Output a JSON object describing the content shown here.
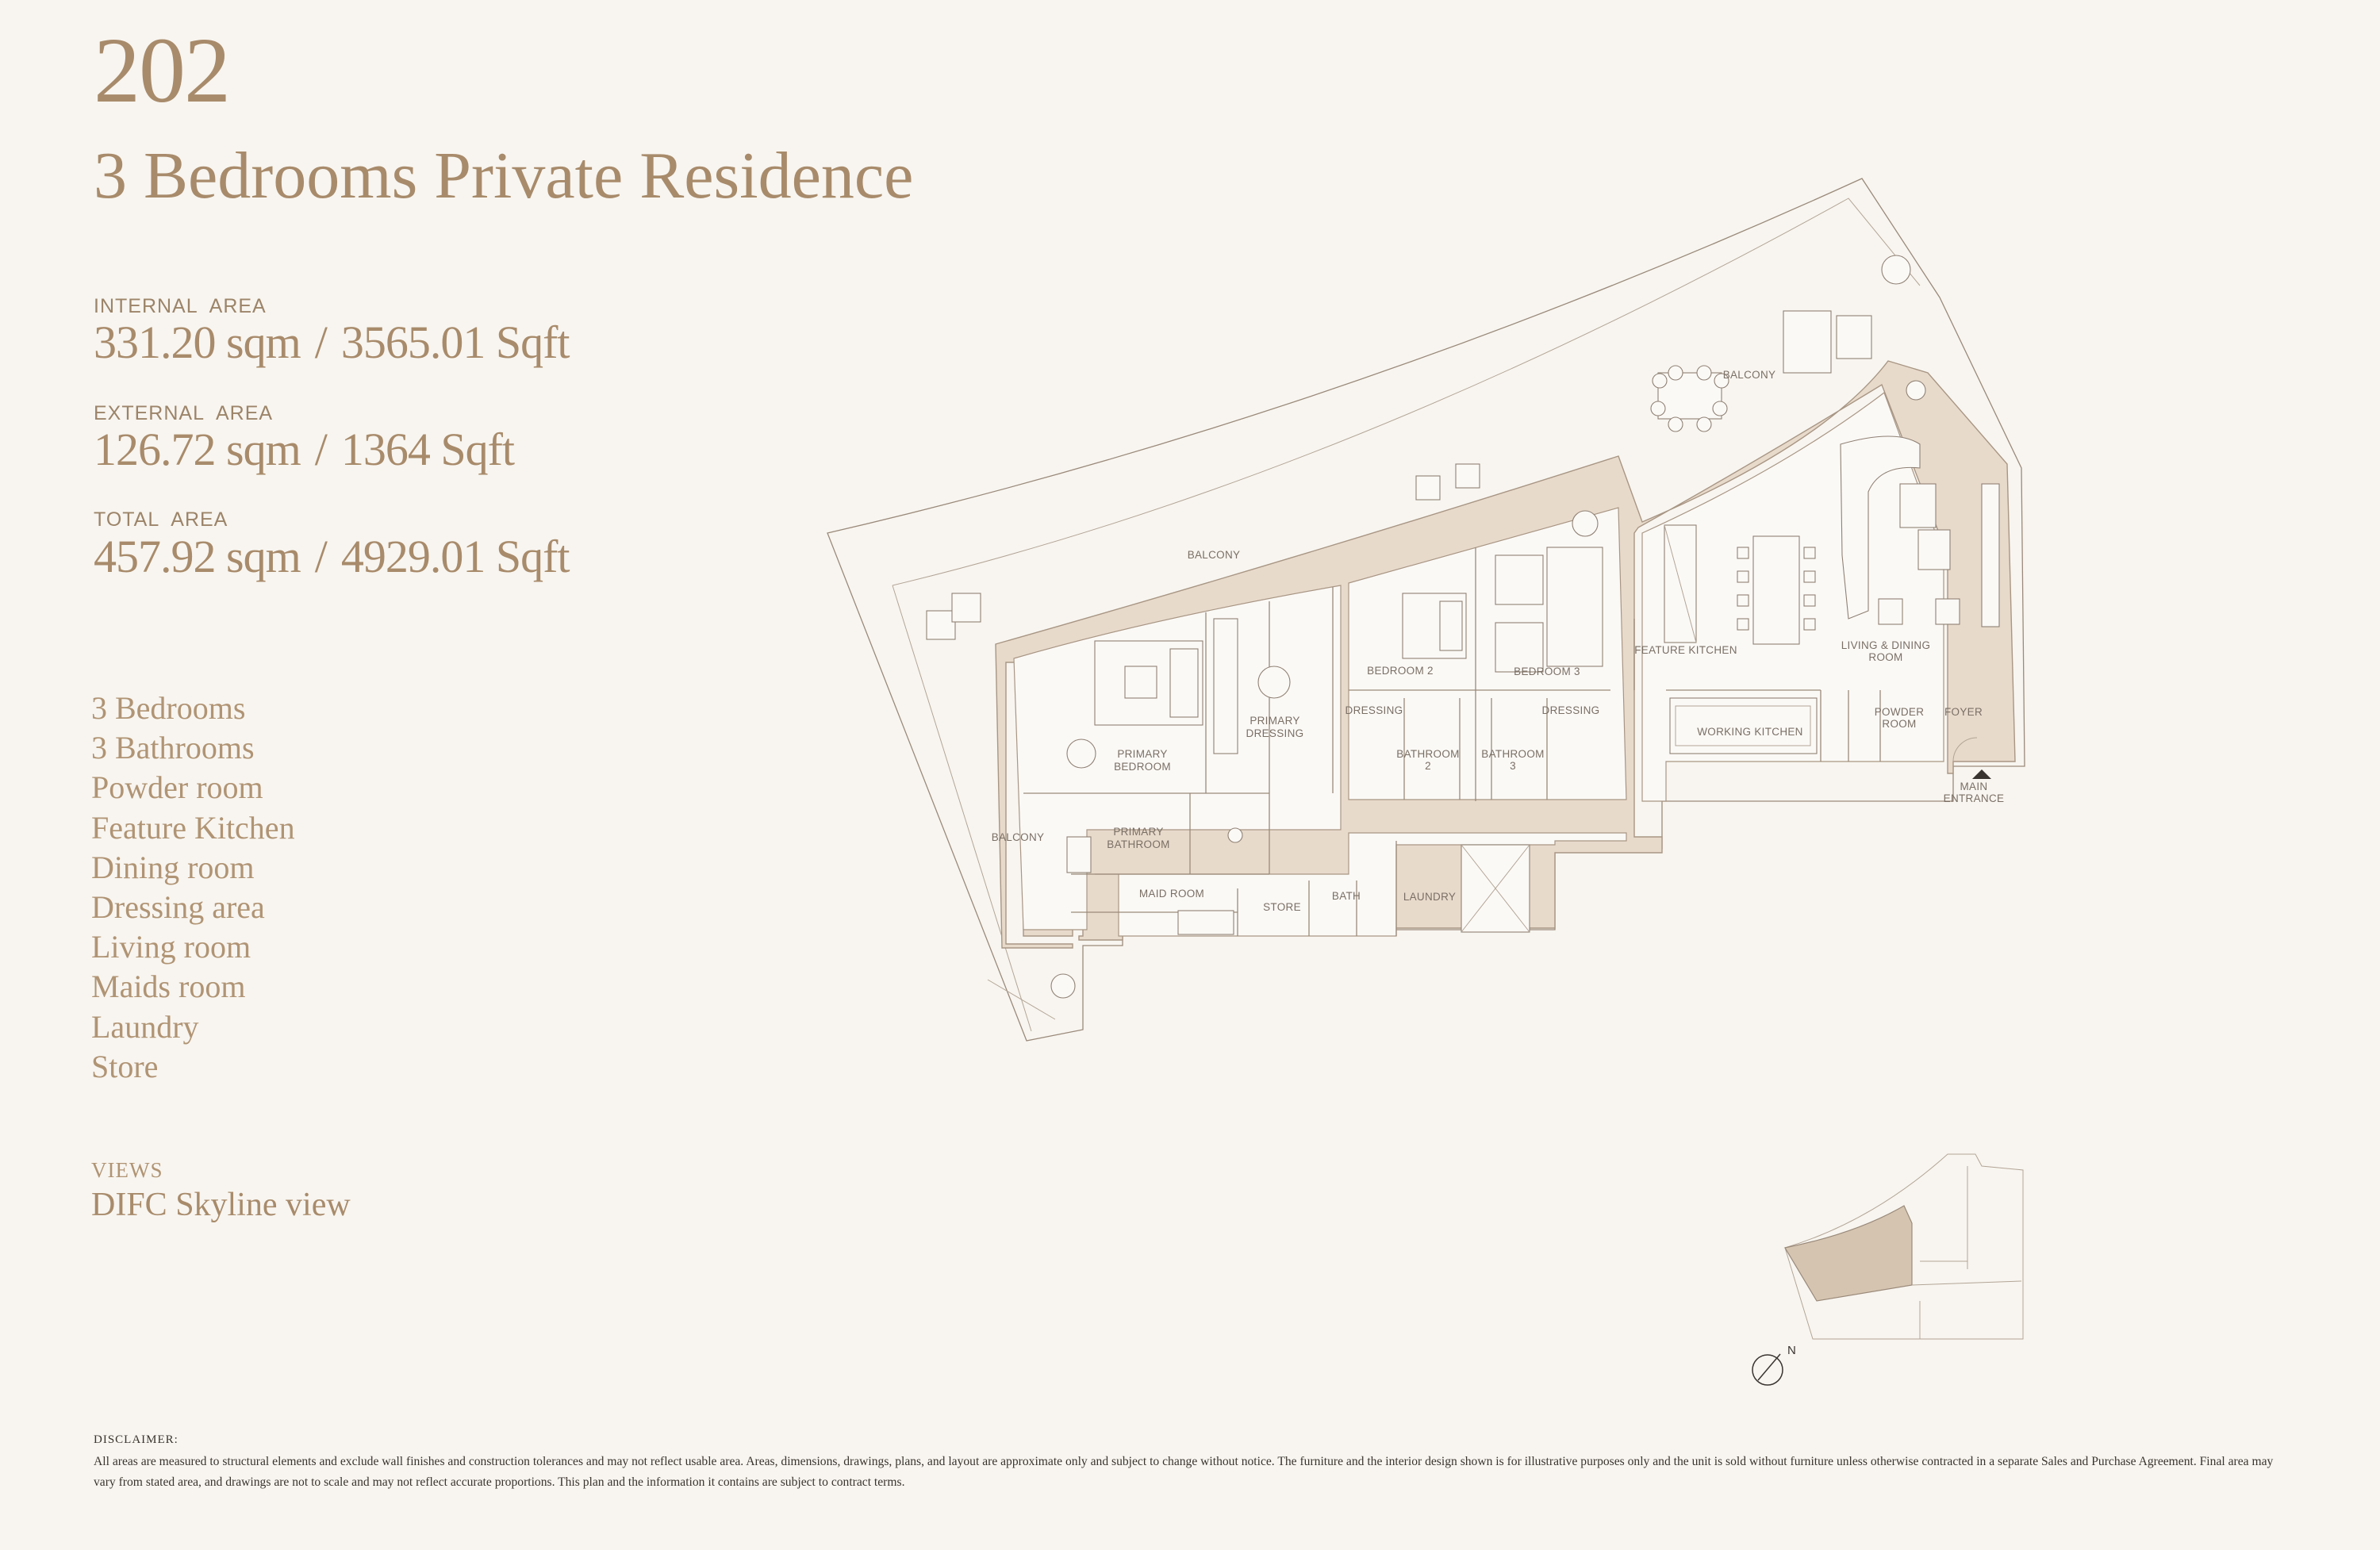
{
  "unit": {
    "number": "202",
    "type": "3 Bedrooms Private Residence"
  },
  "areas": {
    "internal": {
      "label_a": "INTERNAL",
      "label_b": "AREA",
      "sqm": "331.20 sqm",
      "sep": "/",
      "sqft": "3565.01 Sqft"
    },
    "external": {
      "label_a": "EXTERNAL",
      "label_b": "AREA",
      "sqm": "126.72 sqm",
      "sep": "/",
      "sqft": "1364 Sqft"
    },
    "total": {
      "label_a": "TOTAL",
      "label_b": "AREA",
      "sqm": "457.92 sqm",
      "sep": "/",
      "sqft": "4929.01 Sqft"
    }
  },
  "features": [
    "3 Bedrooms",
    "3 Bathrooms",
    "Powder room",
    "Feature Kitchen",
    "Dining room",
    "Dressing area",
    "Living room",
    "Maids room",
    "Laundry",
    "Store"
  ],
  "views": {
    "label": "VIEWS",
    "value": "DIFC Skyline view"
  },
  "plan_labels": {
    "balcony_top": "BALCONY",
    "balcony_right": "BALCONY",
    "balcony_left": "BALCONY",
    "primary_bedroom_1": "PRIMARY",
    "primary_bedroom_2": "BEDROOM",
    "primary_dressing_1": "PRIMARY",
    "primary_dressing_2": "DRESSING",
    "primary_bathroom_1": "PRIMARY",
    "primary_bathroom_2": "BATHROOM",
    "bedroom_2": "BEDROOM 2",
    "bedroom_3": "BEDROOM 3",
    "dressing_a": "DRESSING",
    "dressing_b": "DRESSING",
    "bathroom_2_a": "BATHROOM",
    "bathroom_2_b": "2",
    "bathroom_3_a": "BATHROOM",
    "bathroom_3_b": "3",
    "maid_room": "MAID ROOM",
    "store": "STORE",
    "bath": "BATH",
    "laundry": "LAUNDRY",
    "feature_kitchen": "FEATURE KITCHEN",
    "living_dining_1": "LIVING & DINING",
    "living_dining_2": "ROOM",
    "working_kitchen": "WORKING KITCHEN",
    "powder_room_1": "POWDER",
    "powder_room_2": "ROOM",
    "foyer": "FOYER",
    "main_entrance_1": "MAIN",
    "main_entrance_2": "ENTRANCE"
  },
  "key_plan": {
    "north": "N"
  },
  "disclaimer": {
    "title": "DISCLAIMER:",
    "text": "All areas are measured to structural elements and exclude wall finishes and construction tolerances and may not reflect usable area. Areas, dimensions, drawings, plans, and layout are approximate only and subject to change without notice. The furniture and the interior design shown is for illustrative purposes only and the unit is sold without furniture unless otherwise contracted in a separate Sales and Purchase Agreement. Final area may vary from stated area, and drawings are not to scale and may not reflect accurate proportions. This plan and the information it contains are subject to contract terms."
  },
  "colors": {
    "accent": "#a88b6b",
    "background": "#f8f5f0",
    "wall_fill": "#e8dacb",
    "highlight": "#d5c4b0"
  }
}
